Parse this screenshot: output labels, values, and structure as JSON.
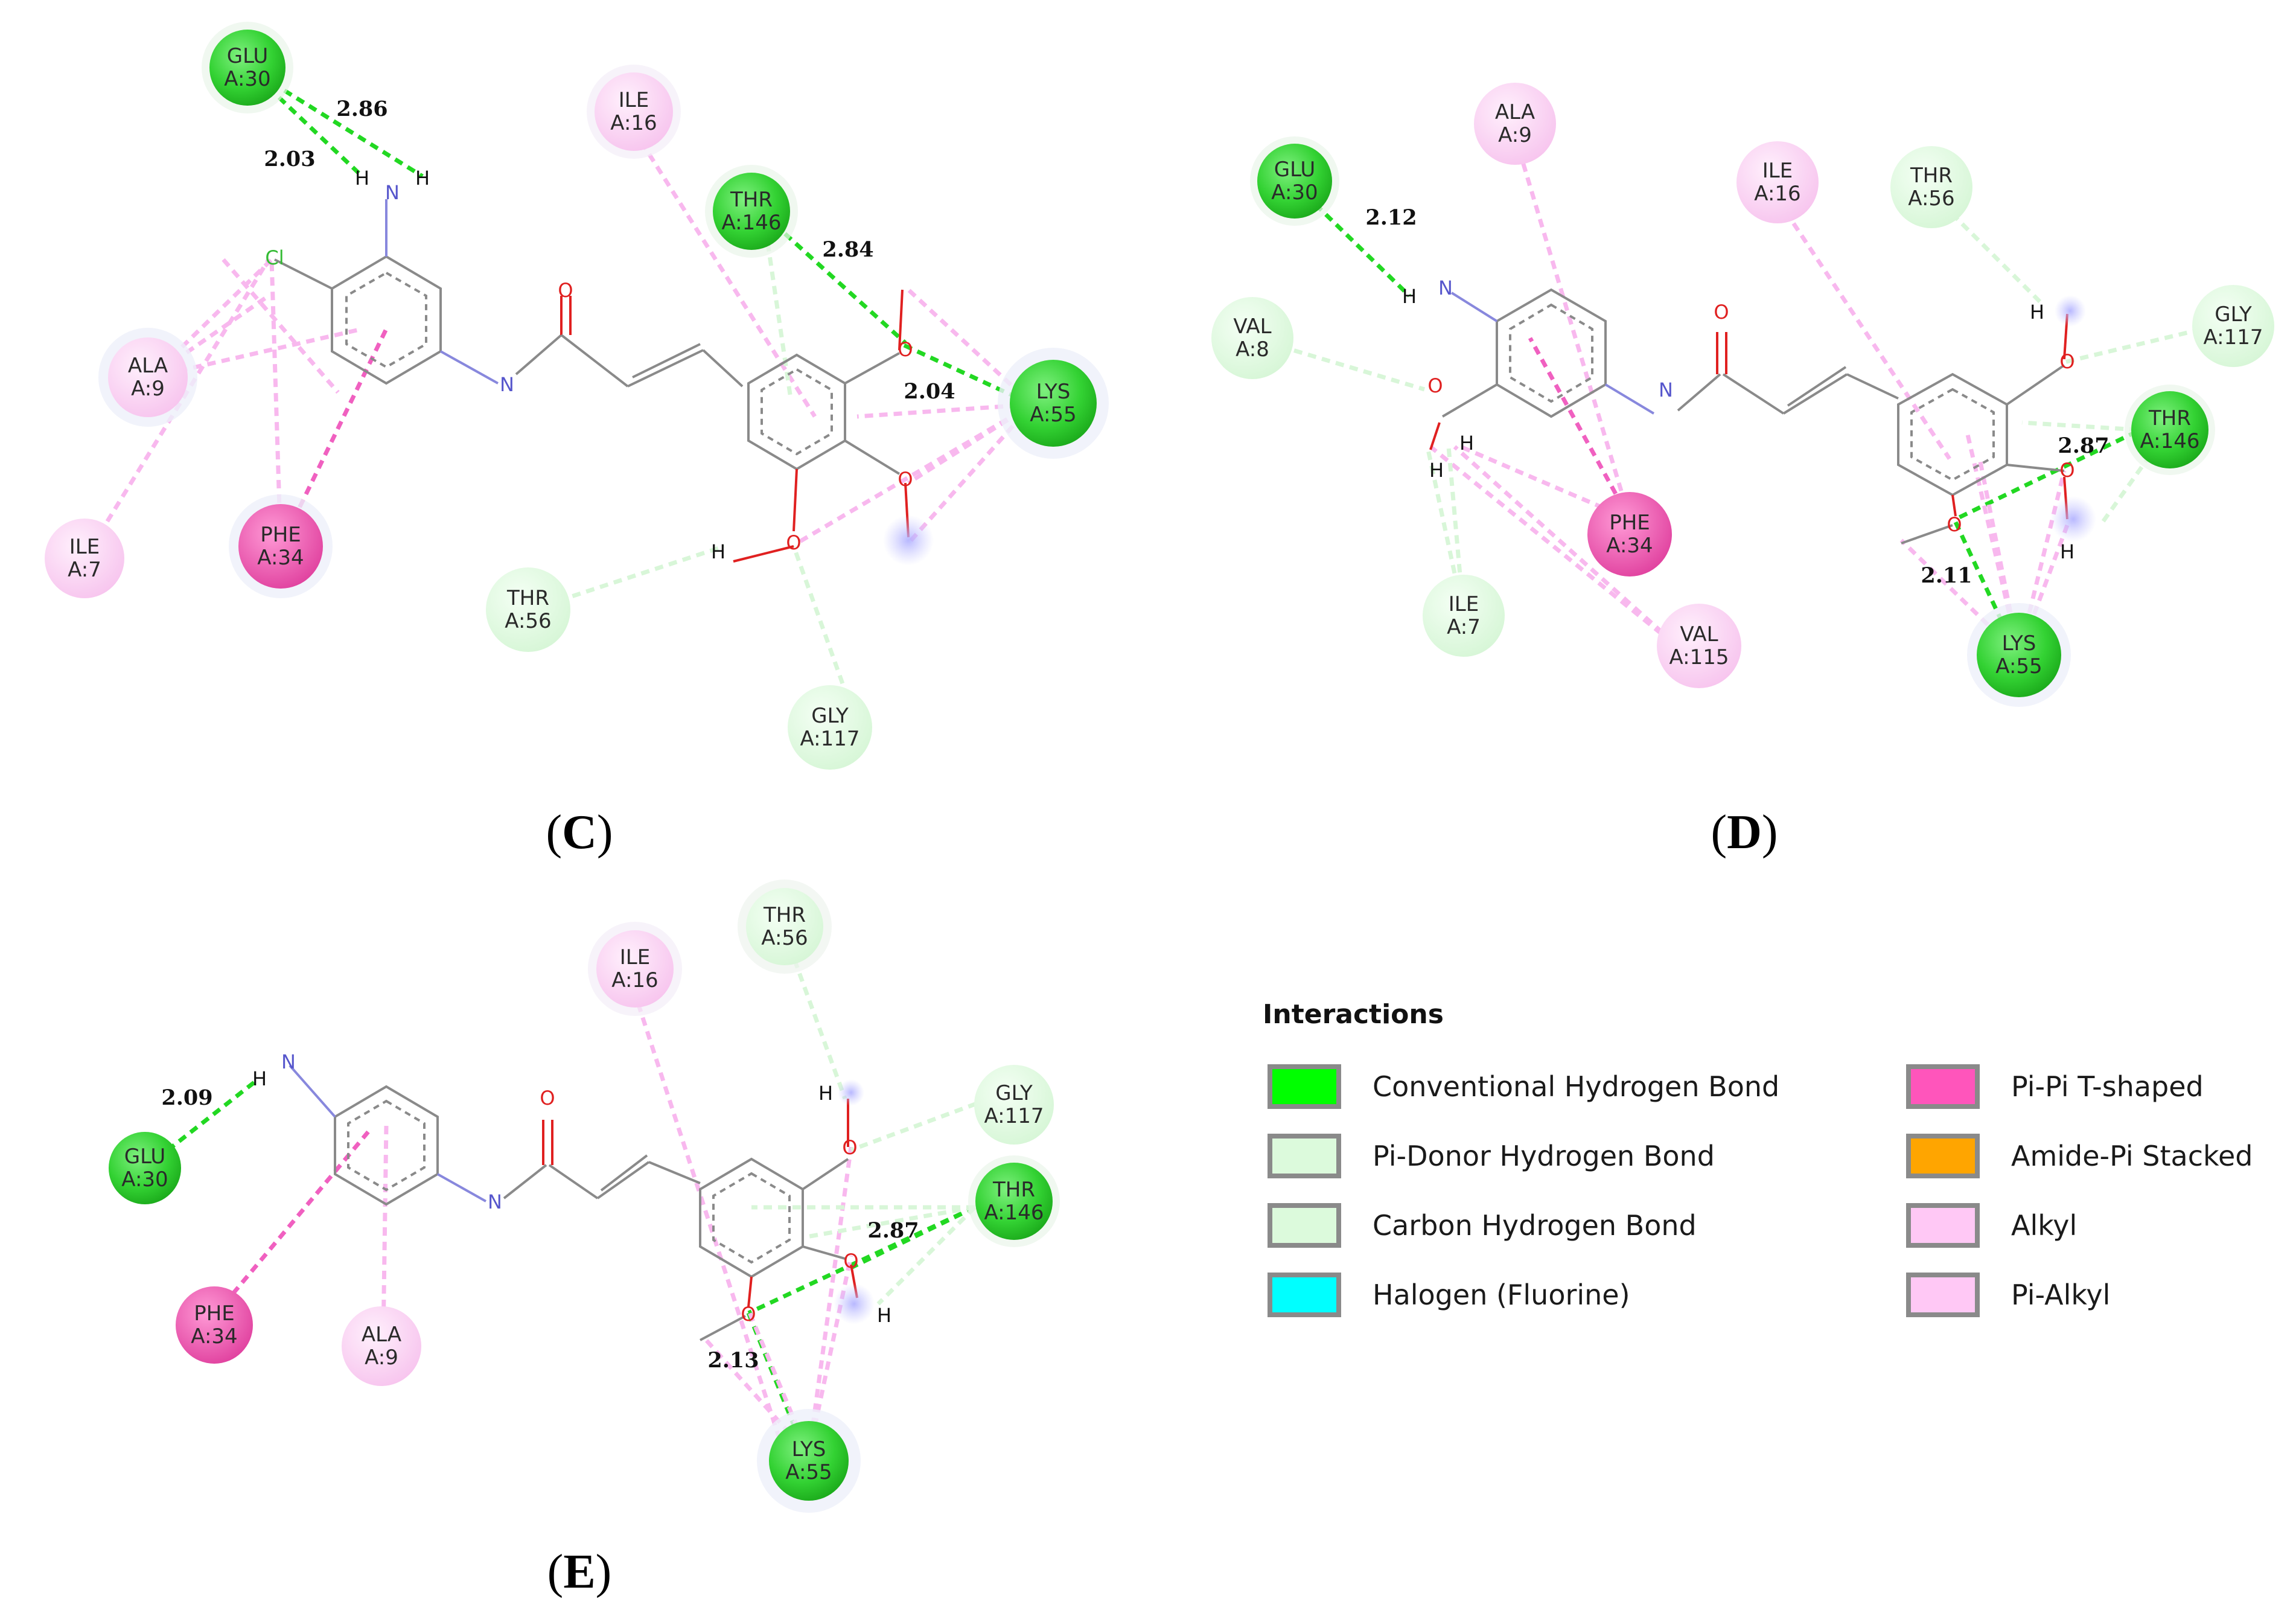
{
  "panels": {
    "C": {
      "open": "(",
      "letter": "C",
      "close": ")"
    },
    "D": {
      "open": "(",
      "letter": "D",
      "close": ")"
    },
    "E": {
      "open": "(",
      "letter": "E",
      "close": ")"
    }
  },
  "colors": {
    "conventional_hbond": "#32dc32",
    "pi_donor_hbond": "#dcfadc",
    "carbon_hbond": "#dcfadc",
    "halogen": "#00eeee",
    "pi_pi_tshaped": "#ff55bb",
    "amide_pi": "#ffa500",
    "alkyl": "#ffc8f5",
    "pi_alkyl": "#ffc8f5"
  },
  "residues": {
    "C": [
      {
        "name": "GLU",
        "id": "A:30",
        "type": "conventional_hbond"
      },
      {
        "name": "ILE",
        "id": "A:16",
        "type": "alkyl"
      },
      {
        "name": "THR",
        "id": "A:146",
        "type": "conventional_hbond"
      },
      {
        "name": "ALA",
        "id": "A:9",
        "type": "alkyl"
      },
      {
        "name": "LYS",
        "id": "A:55",
        "type": "conventional_hbond"
      },
      {
        "name": "ILE",
        "id": "A:7",
        "type": "alkyl"
      },
      {
        "name": "PHE",
        "id": "A:34",
        "type": "pi_pi_tshaped"
      },
      {
        "name": "THR",
        "id": "A:56",
        "type": "carbon_hbond"
      },
      {
        "name": "GLY",
        "id": "A:117",
        "type": "carbon_hbond"
      }
    ],
    "D": [
      {
        "name": "ALA",
        "id": "A:9",
        "type": "alkyl"
      },
      {
        "name": "GLU",
        "id": "A:30",
        "type": "conventional_hbond"
      },
      {
        "name": "ILE",
        "id": "A:16",
        "type": "alkyl"
      },
      {
        "name": "THR",
        "id": "A:56",
        "type": "carbon_hbond"
      },
      {
        "name": "VAL",
        "id": "A:8",
        "type": "carbon_hbond"
      },
      {
        "name": "GLY",
        "id": "A:117",
        "type": "carbon_hbond"
      },
      {
        "name": "THR",
        "id": "A:146",
        "type": "conventional_hbond"
      },
      {
        "name": "PHE",
        "id": "A:34",
        "type": "pi_pi_tshaped"
      },
      {
        "name": "ILE",
        "id": "A:7",
        "type": "carbon_hbond"
      },
      {
        "name": "VAL",
        "id": "A:115",
        "type": "alkyl"
      },
      {
        "name": "LYS",
        "id": "A:55",
        "type": "conventional_hbond"
      }
    ],
    "E": [
      {
        "name": "THR",
        "id": "A:56",
        "type": "carbon_hbond"
      },
      {
        "name": "ILE",
        "id": "A:16",
        "type": "alkyl"
      },
      {
        "name": "GLY",
        "id": "A:117",
        "type": "carbon_hbond"
      },
      {
        "name": "GLU",
        "id": "A:30",
        "type": "conventional_hbond"
      },
      {
        "name": "THR",
        "id": "A:146",
        "type": "conventional_hbond"
      },
      {
        "name": "PHE",
        "id": "A:34",
        "type": "pi_pi_tshaped"
      },
      {
        "name": "ALA",
        "id": "A:9",
        "type": "alkyl"
      },
      {
        "name": "LYS",
        "id": "A:55",
        "type": "conventional_hbond"
      }
    ]
  },
  "distances": {
    "C": [
      "2.86",
      "2.03",
      "2.84",
      "2.04"
    ],
    "D": [
      "2.12",
      "2.87",
      "2.11"
    ],
    "E": [
      "2.09",
      "2.87",
      "2.13"
    ]
  },
  "atoms": {
    "N": "N",
    "H": "H",
    "O": "O",
    "Cl": "Cl"
  },
  "legend": {
    "title": "Interactions",
    "items": [
      {
        "label": "Conventional Hydrogen Bond",
        "color": "#00ff00"
      },
      {
        "label": "Pi-Donor Hydrogen Bond",
        "color": "#dcfadc"
      },
      {
        "label": "Carbon Hydrogen Bond",
        "color": "#dcfadc"
      },
      {
        "label": "Halogen (Fluorine)",
        "color": "#00ffff"
      },
      {
        "label": "Pi-Pi T-shaped",
        "color": "#ff55bb"
      },
      {
        "label": "Amide-Pi Stacked",
        "color": "#ffa500"
      },
      {
        "label": "Alkyl",
        "color": "#ffc8f5"
      },
      {
        "label": "Pi-Alkyl",
        "color": "#ffc8f5"
      }
    ]
  }
}
